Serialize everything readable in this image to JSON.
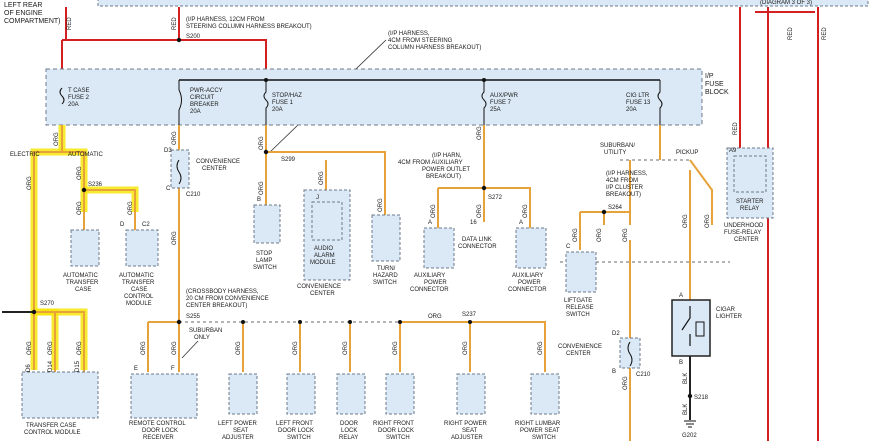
{
  "top_note": [
    "LEFT REAR",
    "OF ENGINE",
    "COMPARTMENT)"
  ],
  "top_right_note": "(DIAGRAM 3 OF 3)",
  "harness_note_1": [
    "(I/P HARNESS, 12CM FROM",
    "STEERING COLUMN HARNESS BREAKOUT)"
  ],
  "splice_s200": "S200",
  "harness_note_2": [
    "(I/P HARNESS,",
    "4CM FROM STEERING",
    "COLUMN HARNESS BREAKOUT)"
  ],
  "fuse_block": [
    "I/P",
    "FUSE",
    "BLOCK"
  ],
  "fuses": [
    {
      "name": [
        "T CASE",
        "FUSE 2",
        "20A"
      ]
    },
    {
      "name": [
        "PWR-ACCY",
        "CIRCUIT",
        "BREAKER",
        "20A"
      ]
    },
    {
      "name": [
        "STOP/HAZ",
        "FUSE 1",
        "20A"
      ]
    },
    {
      "name": [
        "AUX/PWR",
        "FUSE 7",
        "25A"
      ]
    },
    {
      "name": [
        "CIG LTR",
        "FUSE 13",
        "20A"
      ]
    }
  ],
  "wire_labels": {
    "red": "RED",
    "org": "ORG",
    "blk": "BLK",
    "electric": "ELECTRIC",
    "automatic": "AUTOMATIC"
  },
  "splices": {
    "s236": "S236",
    "s299": "S299",
    "s272": "S272",
    "s264": "S264",
    "s270": "S270",
    "s255": "S255",
    "s237": "S237",
    "s218": "S218"
  },
  "pin_labels": {
    "d3": "D3",
    "c": "C",
    "c210": "C210",
    "d": "D",
    "c2": "C2",
    "b": "B",
    "j": "J",
    "a": "A",
    "p16": "16",
    "d2": "D2",
    "c210b": "C210",
    "a9": "A9",
    "e": "E",
    "f": "F",
    "d6": "D6",
    "d14": "D14",
    "d15": "D15"
  },
  "convenience_center": [
    "CONVENIENCE",
    "CENTER"
  ],
  "convenience_center_2": [
    "CONVENIENCE",
    "CENTER"
  ],
  "harness_note_3": [
    "(I/P HARN,",
    "4CM FROM AUXILIARY",
    "POWER OUTLET",
    "BREAKOUT)"
  ],
  "harness_note_4": [
    "(I/P HARNESS,",
    "4CM FROM",
    "I/P CLUSTER",
    "BREAKOUT)"
  ],
  "harness_note_5": [
    "(CROSSBODY HARNESS,",
    "20 CM FROM CONVENIENCE",
    "CENTER BREAKOUT)"
  ],
  "suburban_utility": [
    "SUBURBAN/",
    "UTILITY"
  ],
  "pickup": "PICKUP",
  "suburban_only": [
    "SUBURBAN",
    "ONLY"
  ],
  "components_mid": [
    [
      "AUTOMATIC",
      "TRANSFER",
      "CASE"
    ],
    [
      "AUTOMATIC",
      "TRANSFER",
      "CASE",
      "CONTROL",
      "MODULE"
    ],
    [
      "STOP",
      "LAMP",
      "SWITCH"
    ],
    [
      "AUDIO",
      "ALARM",
      "MODULE"
    ],
    [
      "CONVENIENCE",
      "CENTER"
    ],
    [
      "TURN/",
      "HAZARD",
      "SWITCH"
    ],
    [
      "AUXILIARY",
      "POWER",
      "CONNECTOR"
    ],
    [
      "DATA LINK",
      "CONNECTOR"
    ],
    [
      "AUXILIARY",
      "POWER",
      "CONNECTOR"
    ],
    [
      "LIFTGATE",
      "RELEASE",
      "SWITCH"
    ],
    [
      "STARTER",
      "RELAY"
    ],
    [
      "UNDERHOOD",
      "FUSE-RELAY",
      "CENTER"
    ],
    [
      "CIGAR",
      "LIGHTER"
    ]
  ],
  "components_bottom": [
    [
      "TRANSFER CASE",
      "CONTROL MODULE"
    ],
    [
      "REMOTE CONTROL",
      "DOOR LOCK",
      "RECEIVER"
    ],
    [
      "LEFT POWER",
      "SEAT",
      "ADJUSTER"
    ],
    [
      "LEFT FRONT",
      "DOOR LOCK",
      "SWITCH"
    ],
    [
      "DOOR",
      "LOCK",
      "RELAY"
    ],
    [
      "RIGHT FRONT",
      "DOOR LOCK",
      "SWITCH"
    ],
    [
      "RIGHT POWER",
      "SEAT",
      "ADJUSTER"
    ],
    [
      "RIGHT LUMBAR",
      "POWER SEAT",
      "SWITCH"
    ]
  ],
  "ground": "G202"
}
